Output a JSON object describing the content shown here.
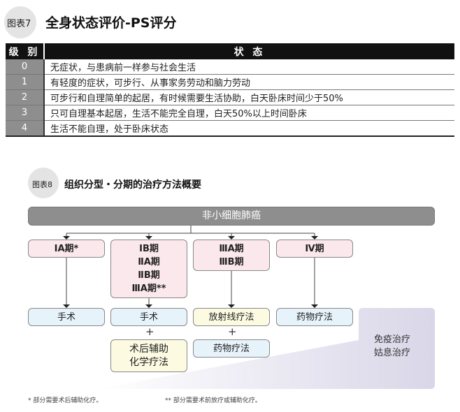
{
  "figure7": {
    "label": "图表7",
    "title": "全身状态评价-PS评分",
    "headers": [
      "级 别",
      "状 态"
    ],
    "rows": [
      {
        "level": "0",
        "status": "无症状，与患病前一样参与社会生活"
      },
      {
        "level": "1",
        "status": "有轻度的症状，可步行、从事家务劳动和脑力劳动"
      },
      {
        "level": "2",
        "status": "可步行和自理简单的起居，有时候需要生活协助，白天卧床时间少于50%"
      },
      {
        "level": "3",
        "status": "只可自理基本起居，生活不能完全自理，白天50%以上时间卧床"
      },
      {
        "level": "4",
        "status": "生活不能自理，处于卧床状态"
      }
    ]
  },
  "figure8": {
    "label": "图表8",
    "title": "组织分型・分期的治疗方法概要",
    "root": "非小细胞肺癌",
    "stages": [
      [
        "ⅠA期*"
      ],
      [
        "ⅠB期",
        "ⅡA期",
        "ⅡB期",
        "ⅢA期**"
      ],
      [
        "ⅢA期",
        "ⅢB期"
      ],
      [
        "Ⅳ期"
      ]
    ],
    "treatments": [
      "手术",
      "手术",
      "放射线疗法",
      "药物疗法"
    ],
    "plus": "+",
    "adjuvant": [
      "术后辅助",
      "化学疗法"
    ],
    "drug": "药物疗法",
    "palliative": [
      "免疫治疗",
      "姑息治疗"
    ],
    "footnotes": [
      "* 部分需要术后辅助化疗。",
      "** 部分需要术前放疗或辅助化疗。"
    ]
  },
  "colors": {
    "pink": "#fbe8ec",
    "blue": "#e7f3fb",
    "yellow": "#fcfbe2",
    "bar": "#8e8e8e"
  }
}
